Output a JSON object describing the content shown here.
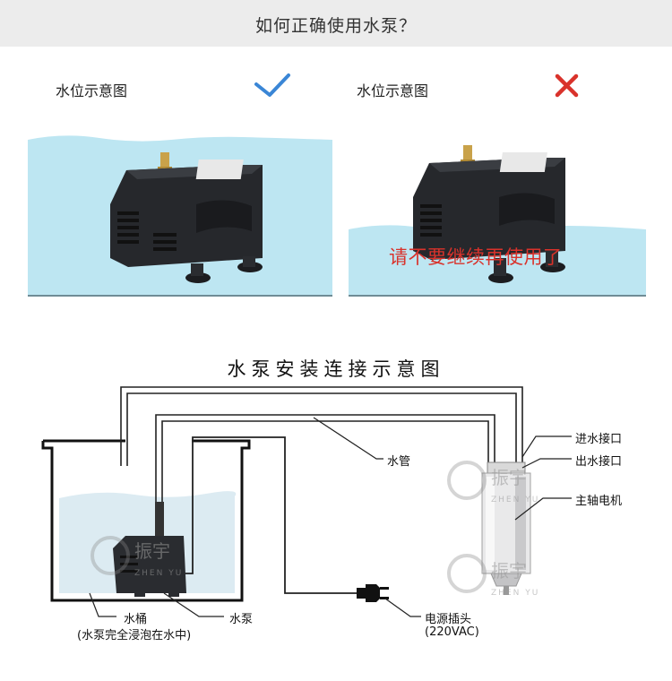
{
  "header": {
    "title": "如何正确使用水泵？"
  },
  "panels": {
    "correct": {
      "label": "水位示意图",
      "mark": "checkmark-icon",
      "mark_color": "#3a86d6"
    },
    "wrong": {
      "label": "水位示意图",
      "mark": "cross-icon",
      "mark_color": "#d9322b",
      "warning": "请不要继续再使用了"
    }
  },
  "diagram": {
    "title": "水泵安装连接示意图",
    "labels": {
      "inlet": "进水接口",
      "outlet": "出水接口",
      "spindle": "主轴电机",
      "pipe": "水管",
      "bucket": "水桶",
      "bucket_note": "(水泵完全浸泡在水中)",
      "pump": "水泵",
      "plug": "电源插头",
      "voltage": "(220VAC)"
    },
    "watermark": {
      "brand": "振宇",
      "latin": "ZHEN YU"
    }
  },
  "colors": {
    "water": "#bde6f2",
    "pump": "#2a2c30",
    "header_bg": "#ececec",
    "warning": "#d9322b"
  }
}
